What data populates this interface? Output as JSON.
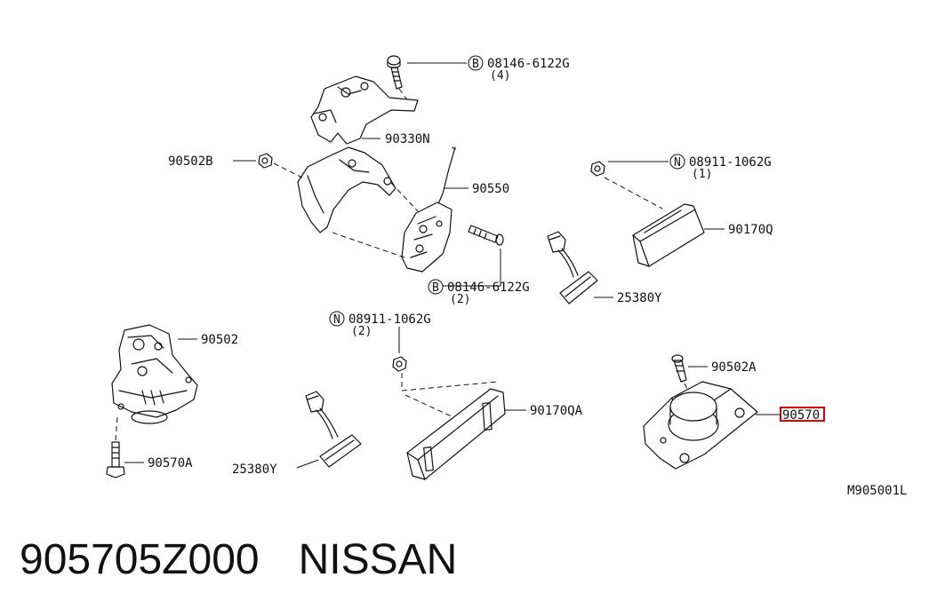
{
  "callouts": {
    "bolt_b_top": "08146-6122G",
    "bolt_b_top_qty": "(4)",
    "bracket": "90330N",
    "nut_left": "90502B",
    "cable_actuator": "90550",
    "nut_n_right": "08911-1062G",
    "nut_n_right_qty": "(1)",
    "cover_right": "90170Q",
    "bolt_b_mid": "08146-6122G",
    "bolt_b_mid_qty": "(2)",
    "switch_right": "25380Y",
    "nut_n_mid": "08911-1062G",
    "nut_n_mid_qty": "(2)",
    "lock_assembly": "90502",
    "cover_center": "90170QA",
    "bolt_lock": "90570A",
    "switch_left": "25380Y",
    "bolt_striker": "90502A",
    "striker": "90570",
    "figure_code": "M905001L"
  },
  "symbols": {
    "bolt": "B",
    "nut": "N"
  },
  "highlight_color": "#e00000",
  "footer": {
    "part_number": "905705Z000",
    "brand": "NISSAN"
  }
}
